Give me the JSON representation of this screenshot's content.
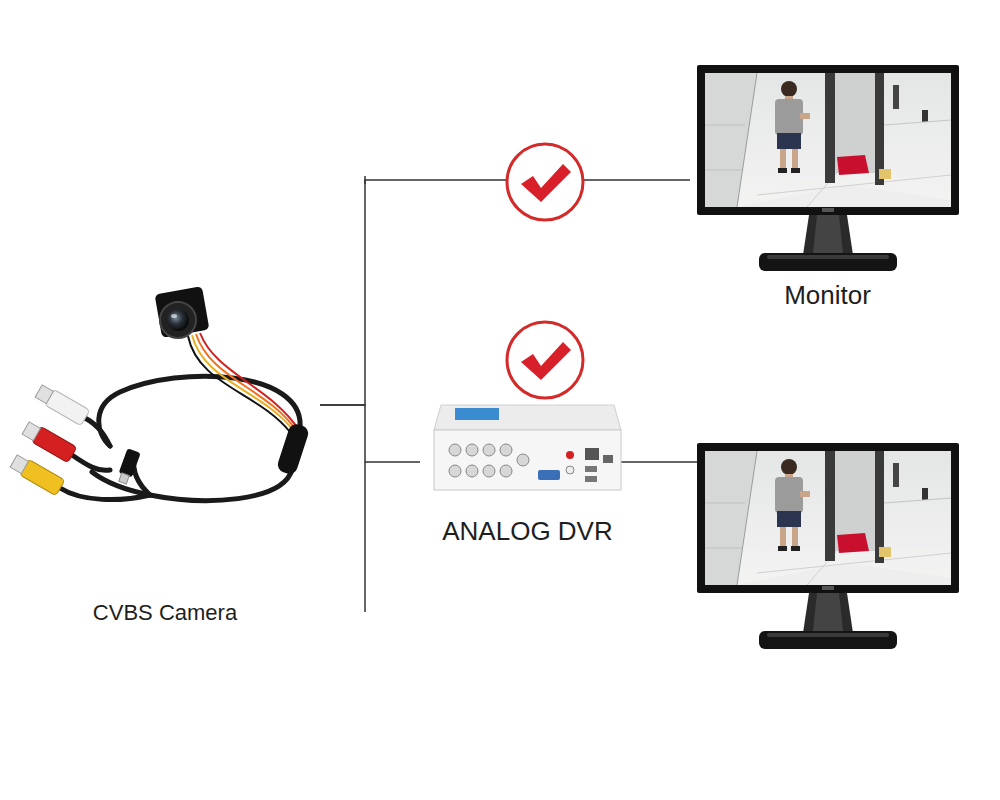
{
  "diagram": {
    "nodes": [
      {
        "text": [
          "CVBS Camera"
        ]
      },
      {
        "text": [
          "Monitor"
        ]
      },
      {
        "text": [
          "ANALOG DVR"
        ]
      }
    ],
    "edges": [
      {
        "from": 0,
        "to": 1,
        "arrow": "none"
      },
      {
        "from": 0,
        "to": 2,
        "arrow": "none"
      }
    ]
  }
}
